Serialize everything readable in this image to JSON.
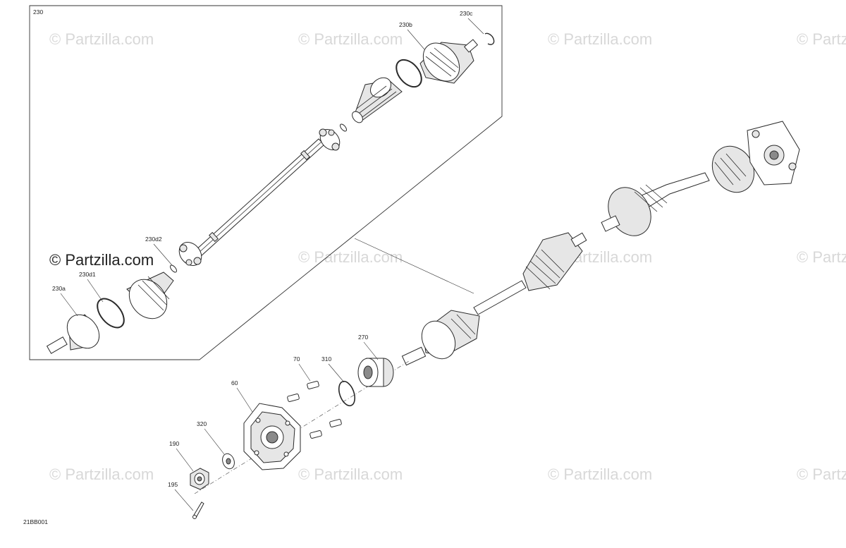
{
  "diagram": {
    "drawing_code": "21BB001",
    "callouts": {
      "c230": "230",
      "c230a": "230a",
      "c230b": "230b",
      "c230c": "230c",
      "c230d1": "230d1",
      "c230d2": "230d2",
      "c60": "60",
      "c70": "70",
      "c190": "190",
      "c195": "195",
      "c270": "270",
      "c310": "310",
      "c320": "320"
    },
    "watermark": {
      "text": "© Partzilla.com",
      "prominent_text": "© Partzilla.com"
    }
  }
}
